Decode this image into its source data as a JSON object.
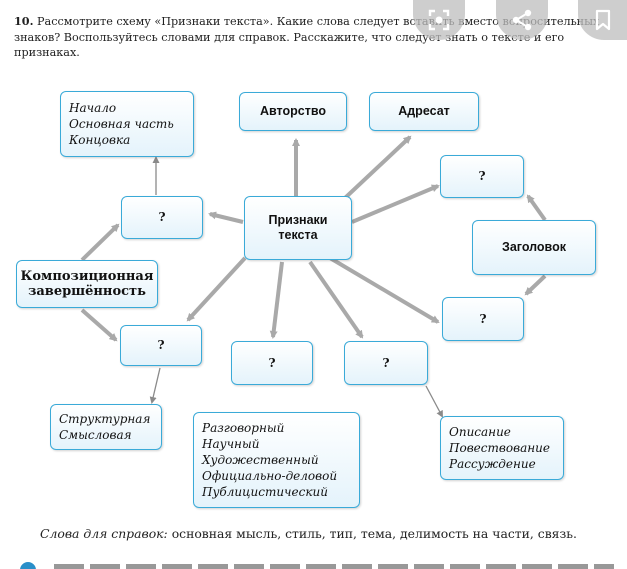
{
  "task": {
    "number": "10.",
    "text": "Рассмотрите схему «Признаки текста». Какие слова следует вставить вместо вопросительных знаков? Воспользуйтесь словами для справок. Расскажите, что следует знать о тексте и его признаках."
  },
  "diagram": {
    "center": "Признаки текста",
    "authorship": "Авторство",
    "addressee": "Адресат",
    "heading": "Заголовок",
    "composition": "Композиционная завершённость",
    "question_mark": "?",
    "parts_list": [
      "Начало",
      "Основная часть",
      "Концовка"
    ],
    "division_list": [
      "Структурная",
      "Смысловая"
    ],
    "style_list": [
      "Разговорный",
      "Научный",
      "Художественный",
      "Официально-деловой",
      "Публицистический"
    ],
    "type_list": [
      "Описание",
      "Повествование",
      "Рассуждение"
    ]
  },
  "footer": {
    "label": "Слова для справок:",
    "words": " основная мысль, стиль, тип, тема, делимость на части, связь."
  },
  "overlay": {
    "icons": [
      "lens-icon",
      "share-icon",
      "bookmark-icon"
    ]
  }
}
